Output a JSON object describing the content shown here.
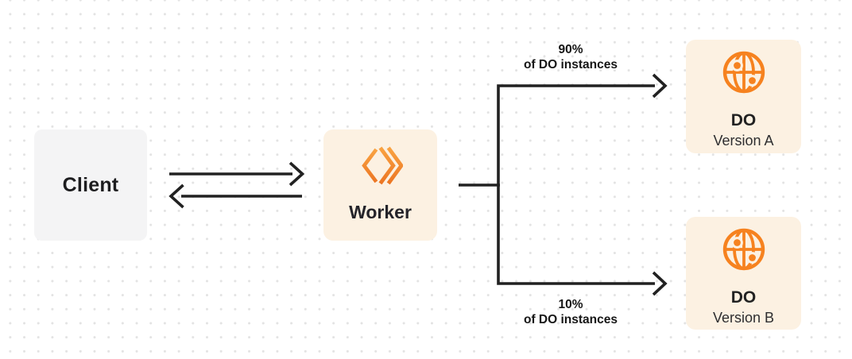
{
  "diagram": {
    "description_label": "Worker routing traffic between two Durable Object versions"
  },
  "nodes": {
    "client": {
      "label": "Client"
    },
    "worker": {
      "label": "Worker",
      "icon": "workers-chevron-icon"
    },
    "do_a": {
      "title": "DO",
      "subtitle": "Version A",
      "icon": "durable-object-globe-icon"
    },
    "do_b": {
      "title": "DO",
      "subtitle": "Version B",
      "icon": "durable-object-globe-icon"
    }
  },
  "edges": {
    "split_top": {
      "percent": "90%",
      "caption": "of DO instances"
    },
    "split_bottom": {
      "percent": "10%",
      "caption": "of DO instances"
    }
  },
  "colors": {
    "accent_orange": "#f6821f",
    "arrow_color": "#212121",
    "node_cream_bg": "#fcf1e2",
    "client_bg": "#f4f4f5",
    "dot_color": "#e3e3e3"
  }
}
